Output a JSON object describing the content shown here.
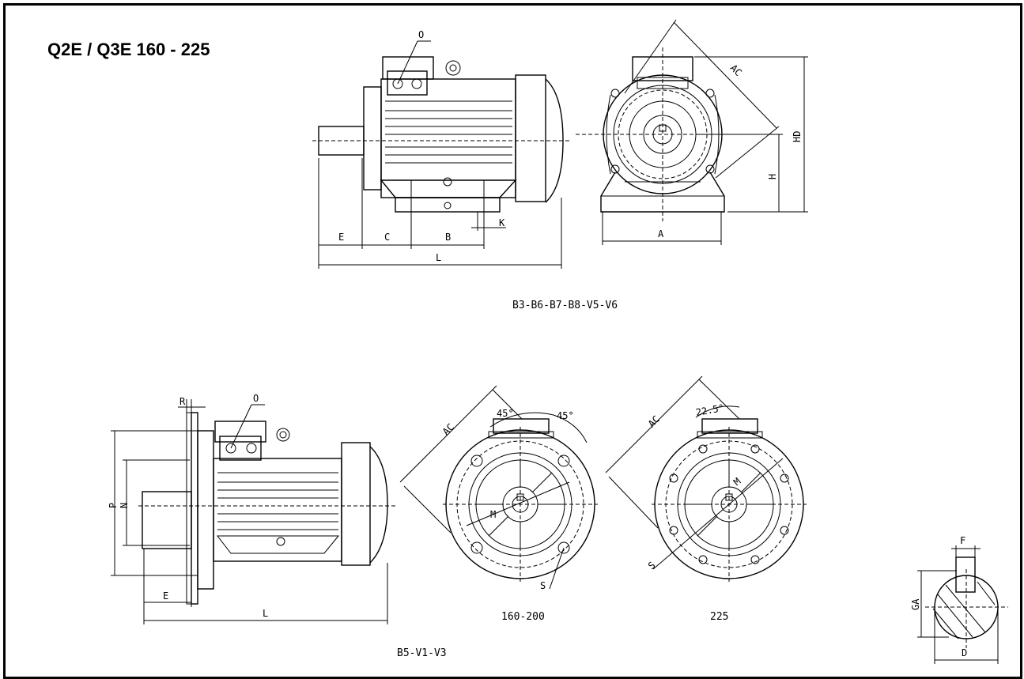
{
  "title": "Q2E / Q3E 160 - 225",
  "captions": {
    "top_mounting": "B3-B6-B7-B8-V5-V6",
    "bottom_mounting": "B5-V1-V3",
    "size_160_200": "160-200",
    "size_225": "225"
  },
  "dims": {
    "E": "E",
    "C": "C",
    "B": "B",
    "K": "K",
    "L": "L",
    "O": "O",
    "A": "A",
    "H": "H",
    "HD": "HD",
    "AC": "AC",
    "R": "R",
    "P": "P",
    "N": "N",
    "M": "M",
    "S": "S",
    "deg45": "45°",
    "deg22": "22.5°",
    "F": "F",
    "GA": "GA",
    "D": "D"
  }
}
